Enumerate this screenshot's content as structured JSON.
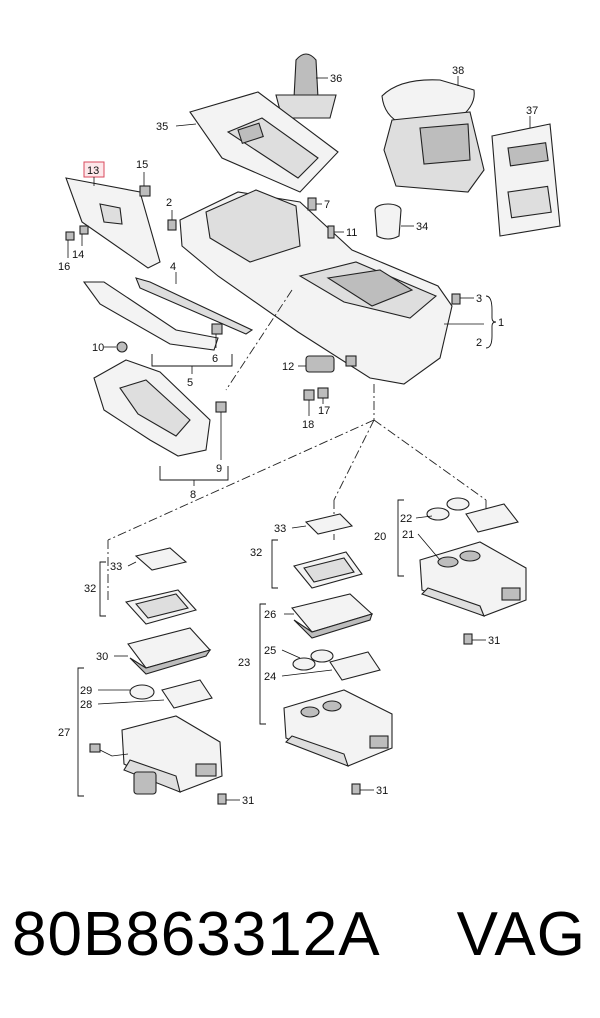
{
  "diagram": {
    "highlighted_callout": "13",
    "callouts": {
      "c1": "1",
      "c2": "2",
      "c2b": "2",
      "c3": "3",
      "c4": "4",
      "c5": "5",
      "c6": "6",
      "c7": "7",
      "c8": "8",
      "c9": "9",
      "c10": "10",
      "c11": "11",
      "c12": "12",
      "c13": "13",
      "c14": "14",
      "c15": "15",
      "c16": "16",
      "c17": "17",
      "c18": "18",
      "c20": "20",
      "c21": "21",
      "c22": "22",
      "c23": "23",
      "c24": "24",
      "c25": "25",
      "c26": "26",
      "c27": "27",
      "c28": "28",
      "c29": "29",
      "c30": "30",
      "c31a": "31",
      "c31b": "31",
      "c31c": "31",
      "c32a": "32",
      "c32b": "32",
      "c33a": "33",
      "c33b": "33",
      "c34": "34",
      "c35": "35",
      "c36": "36",
      "c37": "37",
      "c38": "38"
    }
  },
  "footer": {
    "part_number": "80B863312A",
    "brand": "VAG"
  }
}
